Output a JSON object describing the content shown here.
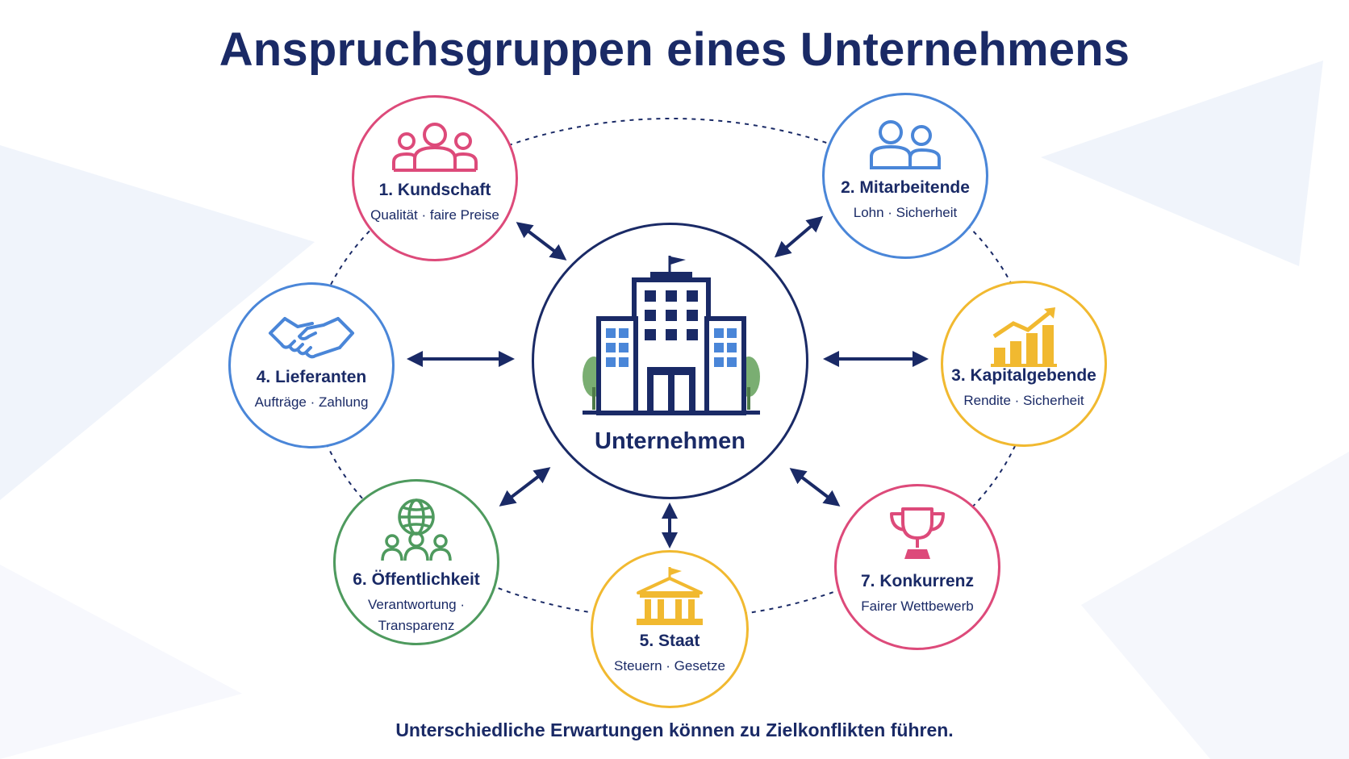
{
  "title": "Anspruchsgruppen eines Unternehmens",
  "center": {
    "label": "Unternehmen",
    "icon": "office-building-icon"
  },
  "stakeholders": [
    {
      "label": "1. Kundschaft",
      "desc": "Qualität · faire Preise",
      "color": "#dd4a7a",
      "icon": "customers-group-icon"
    },
    {
      "label": "2. Mitarbeitende",
      "desc": "Lohn · Sicherheit",
      "color": "#4a86d8",
      "icon": "employees-icon"
    },
    {
      "label": "3. Kapitalgebende",
      "desc": "Rendite · Sicherheit",
      "color": "#f1b930",
      "icon": "growth-chart-icon"
    },
    {
      "label": "4. Lieferanten",
      "desc": "Aufträge · Zahlung",
      "color": "#4a86d8",
      "icon": "handshake-icon"
    },
    {
      "label": "5. Staat",
      "desc": "Steuern · Gesetze",
      "color": "#f1b930",
      "icon": "government-building-icon"
    },
    {
      "label": "6. Öffentlichkeit",
      "desc": "Verantwortung · Transparenz",
      "color": "#4e9a5e",
      "icon": "globe-people-icon"
    },
    {
      "label": "7. Konkurrenz",
      "desc": "Fairer Wettbewerb",
      "color": "#dd4a7a",
      "icon": "trophy-icon"
    }
  ],
  "footnote": "Unterschiedliche Erwartungen können zu Zielkonflikten führen."
}
